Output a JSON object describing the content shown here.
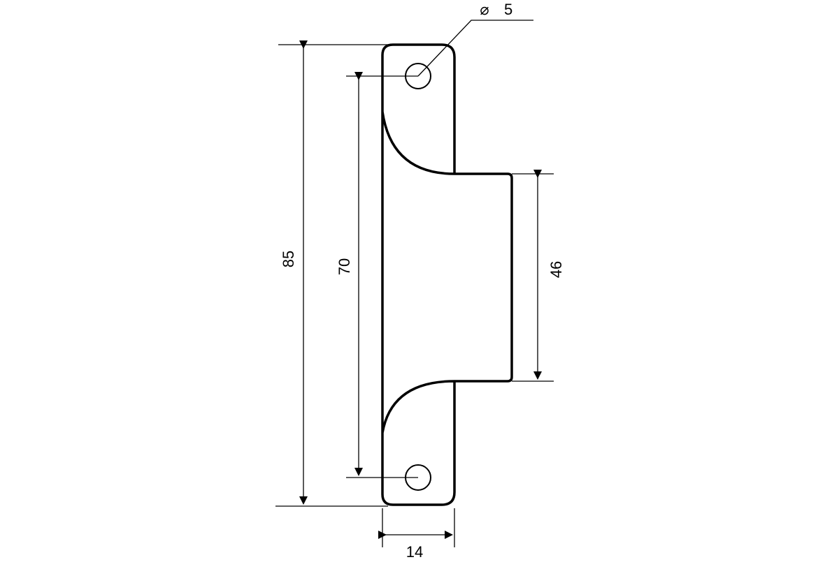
{
  "drawing": {
    "line_color": "#000000",
    "background": "#ffffff",
    "dimensions": {
      "total_height": "85",
      "hole_spacing": "70",
      "tab_height": "46",
      "plate_width": "14",
      "hole_diameter": "5"
    },
    "symbols": {
      "diameter": "⌀"
    }
  }
}
